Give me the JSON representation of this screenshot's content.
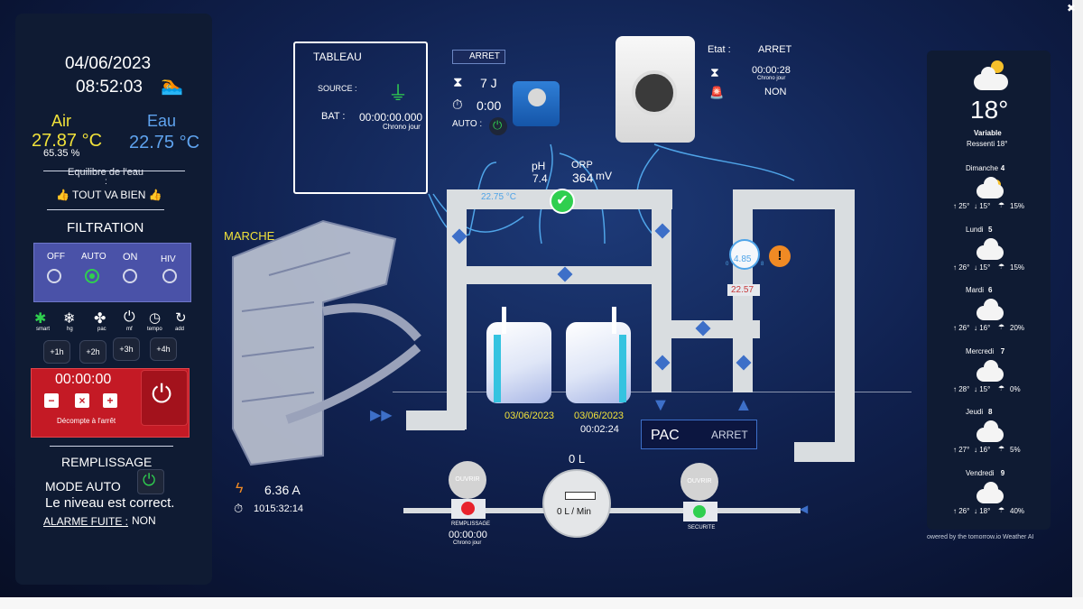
{
  "left": {
    "date": "04/06/2023",
    "time": "08:52:03",
    "air_label": "Air",
    "air_temp": "27.87 °C",
    "humidity": "65.35 %",
    "water_label": "Eau",
    "water_temp": "22.75 °C",
    "balance_label": "Equilibre de l'eau",
    "balance_colon": ":",
    "balance_status": "👍 TOUT VA BIEN 👍",
    "filtration_title": "FILTRATION",
    "modes": [
      "OFF",
      "AUTO",
      "ON",
      "HIV"
    ],
    "quick_labels": [
      "smart",
      "hg",
      "pac",
      "mf",
      "tempo",
      "add"
    ],
    "plus_buttons": [
      "+1h",
      "+2h",
      "+3h",
      "+4h"
    ],
    "timer": "00:00:00",
    "timer_minus": "−",
    "timer_stop": "×",
    "timer_plus": "+",
    "countdown_label": "Décompte à l'arrêt",
    "fill_title": "REMPLISSAGE",
    "fill_mode": "MODE AUTO",
    "fill_status": "Le niveau est correct.",
    "leak_label": "ALARME FUITE :",
    "leak_value": "NON"
  },
  "tableau": {
    "title": "TABLEAU",
    "source_label": "SOURCE :",
    "bat_label": "BAT :",
    "bat_value": "00:00:00.000",
    "chrono": "Chrono jour"
  },
  "pump1": {
    "state": "ARRET",
    "days": "7 J",
    "time": "0:00",
    "auto_label": "AUTO :"
  },
  "pump2": {
    "etat_label": "Etat :",
    "etat_value": "ARRET",
    "time": "00:00:28",
    "chrono": "Chrono jour",
    "alarm": "NON"
  },
  "sensors": {
    "ph_label": "pH",
    "ph_value": "7.4",
    "orp_label": "ORP",
    "orp_value": "364",
    "orp_unit": "mV",
    "pipe_temp": "22.75 °C",
    "pressure": "4.85",
    "pressure_min": "0",
    "pressure_max": "8",
    "temp_out": "22.57"
  },
  "pool": {
    "state": "MARCHE",
    "current": "6.36 A",
    "runtime": "1015:32:14"
  },
  "tanks": {
    "tank1_date": "03/06/2023",
    "tank2_date": "03/06/2023",
    "tank2_time": "00:02:24"
  },
  "pac": {
    "label": "PAC",
    "state": "ARRET"
  },
  "water": {
    "total": "0 L",
    "flow": "0 L / Min",
    "valve1_label": "OUVRIR",
    "valve1_name": "REMPLISSAGE",
    "valve1_time": "00:00:00",
    "valve1_chrono": "Chrono jour",
    "valve2_label": "OUVRIR",
    "valve2_name": "SECURITE"
  },
  "weather": {
    "temp": "18°",
    "desc": "Variable",
    "feels": "Ressenti 18°",
    "days": [
      {
        "name": "Dimanche",
        "num": "4",
        "hi": "↑ 25°",
        "lo": "↓ 15°",
        "rain": "15%"
      },
      {
        "name": "Lundi",
        "num": "5",
        "hi": "↑ 26°",
        "lo": "↓ 15°",
        "rain": "15%"
      },
      {
        "name": "Mardi",
        "num": "6",
        "hi": "↑ 26°",
        "lo": "↓ 16°",
        "rain": "20%"
      },
      {
        "name": "Mercredi",
        "num": "7",
        "hi": "↑ 28°",
        "lo": "↓ 15°",
        "rain": "0%"
      },
      {
        "name": "Jeudi",
        "num": "8",
        "hi": "↑ 27°",
        "lo": "↓ 16°",
        "rain": "5%"
      },
      {
        "name": "Vendredi",
        "num": "9",
        "hi": "↑ 26°",
        "lo": "↓ 18°",
        "rain": "40%"
      }
    ],
    "powered": "owered by the  tomorrow.io Weather AI"
  },
  "colors": {
    "accent_yellow": "#f1e23a",
    "water_blue": "#5fa3ee",
    "ok_green": "#2fcf4f",
    "alarm_red": "#c41a25"
  }
}
